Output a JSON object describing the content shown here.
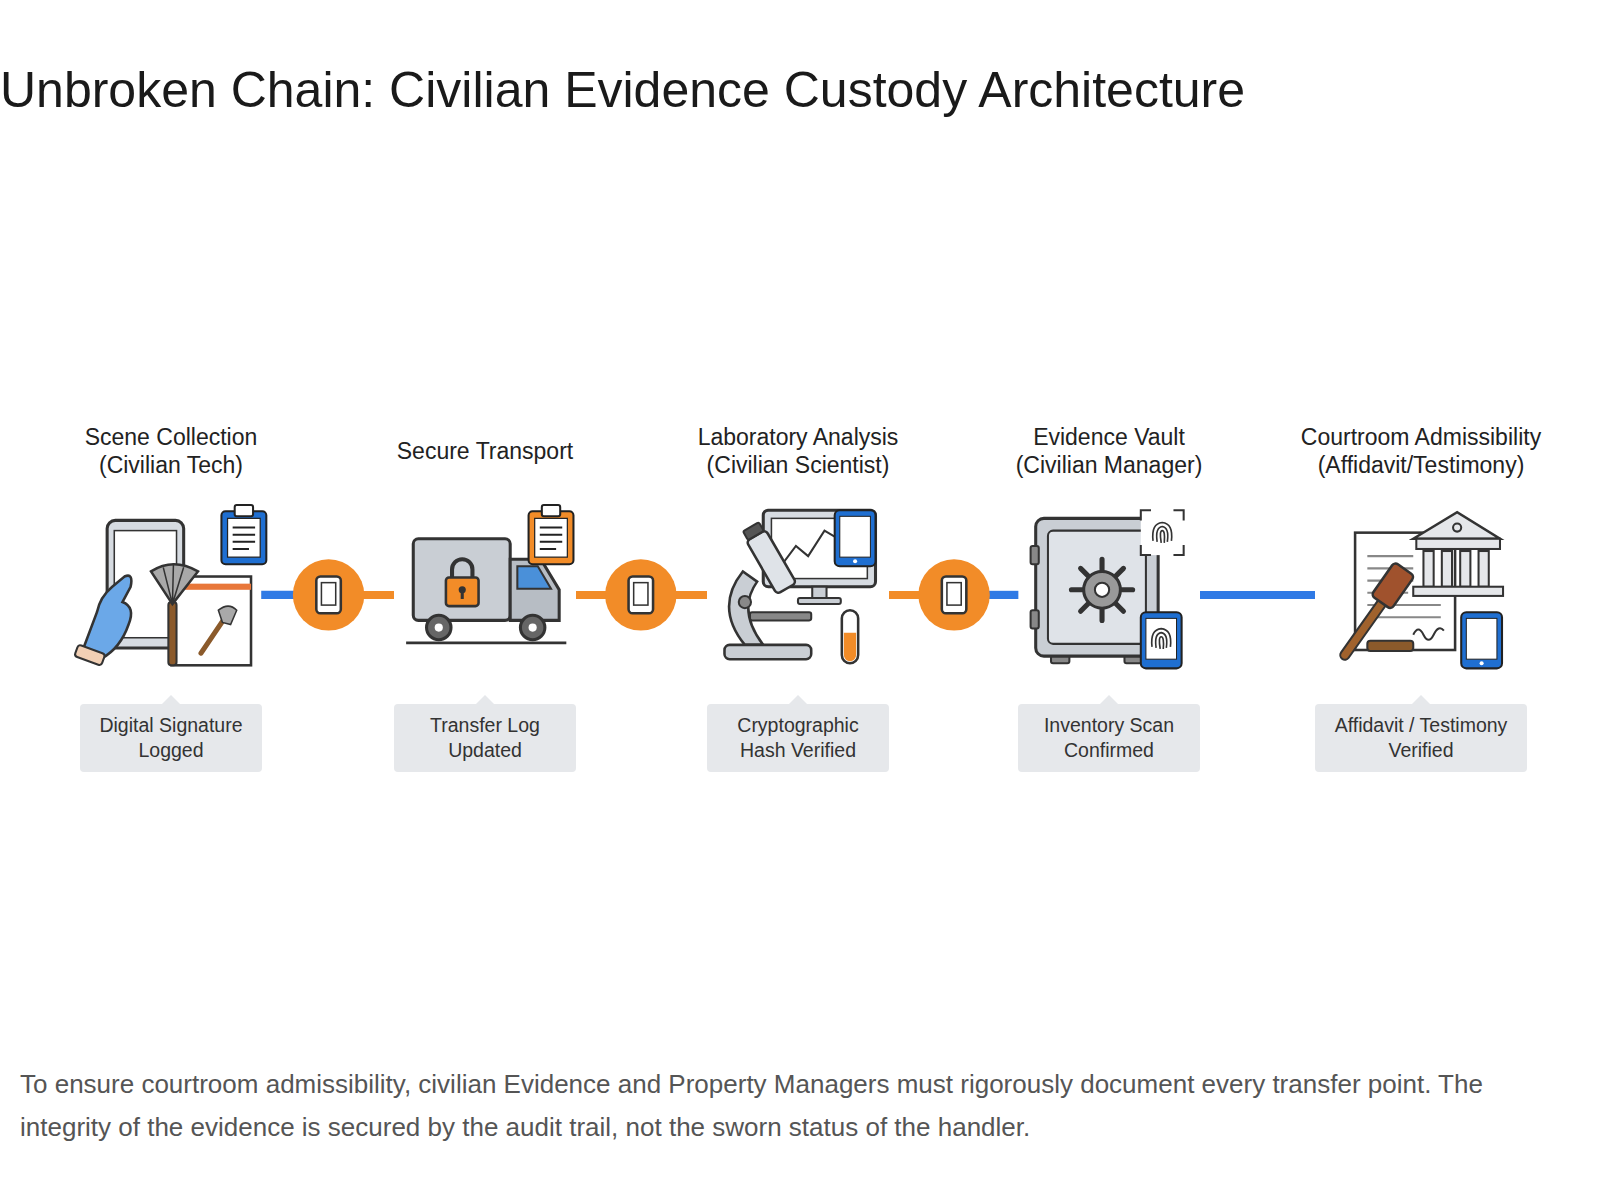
{
  "diagram": {
    "title": "Unbroken Chain: Civilian Evidence Custody Architecture",
    "caption": "To ensure courtroom admissibility, civilian Evidence and Property Managers must rigorously document every transfer point. The integrity of the evidence is secured by the audit trail, not the sworn status of the handler.",
    "nodes": [
      {
        "text": [
          "Scene Collection (Civilian Tech)"
        ]
      },
      {
        "text": [
          "Digital Signature Logged"
        ],
        "in": 0
      },
      {
        "text": [
          "Secure Transport"
        ]
      },
      {
        "text": [
          "Transfer Log Updated"
        ],
        "in": 2
      },
      {
        "text": [
          "Laboratory Analysis (Civilian Scientist)"
        ]
      },
      {
        "text": [
          "Cryptographic Hash Verified"
        ],
        "in": 4
      },
      {
        "text": [
          "Evidence Vault (Civilian Manager)"
        ]
      },
      {
        "text": [
          "Inventory Scan Confirmed"
        ],
        "in": 6
      },
      {
        "text": [
          "Courtroom Admissibility (Affidavit/Testimony)"
        ]
      },
      {
        "text": [
          "Affidavit / Testimony Verified"
        ],
        "in": 8
      }
    ],
    "edges": [
      {
        "from": 0,
        "to": 2,
        "arrow": "none"
      },
      {
        "from": 2,
        "to": 4,
        "arrow": "none"
      },
      {
        "from": 4,
        "to": 6,
        "arrow": "none"
      },
      {
        "from": 6,
        "to": 8,
        "arrow": "none"
      }
    ]
  }
}
